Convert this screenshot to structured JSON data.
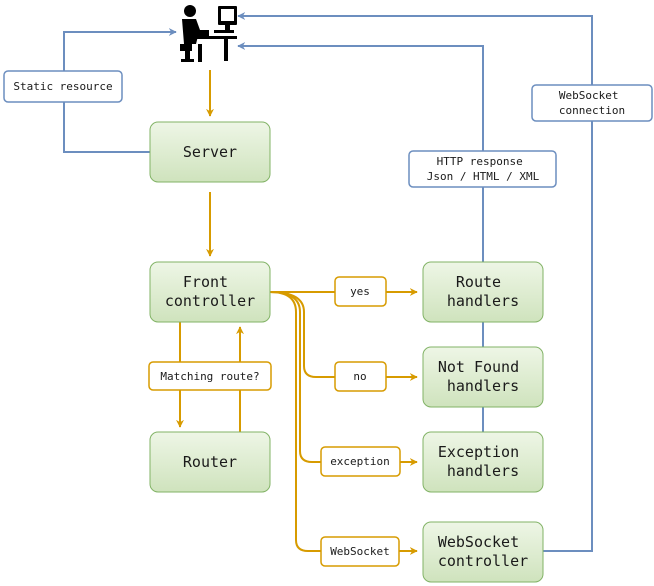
{
  "colors": {
    "flow": "#d79b00",
    "response": "#6c8ebf",
    "node_fill_top": "#eef6e6",
    "node_fill_bottom": "#cfe3bd",
    "node_stroke": "#82b366",
    "user_icon": "#000000"
  },
  "icons": {
    "user": "user-at-computer-icon"
  },
  "nodes": {
    "server": "Server",
    "front_controller": [
      "Front",
      "controller"
    ],
    "router": "Router",
    "route_handlers": [
      "Route",
      "handlers"
    ],
    "not_found_handlers": [
      "Not Found",
      "handlers"
    ],
    "exception_handlers": [
      "Exception",
      "handlers"
    ],
    "websocket_controller": [
      "WebSocket",
      "controller"
    ]
  },
  "labels": {
    "static_resource": "Static resource",
    "websocket_connection": [
      "WebSocket",
      "connection"
    ],
    "http_response": [
      "HTTP response",
      "Json / HTML / XML"
    ],
    "matching_route": "Matching route?",
    "yes": "yes",
    "no": "no",
    "exception": "exception",
    "websocket": "WebSocket"
  }
}
